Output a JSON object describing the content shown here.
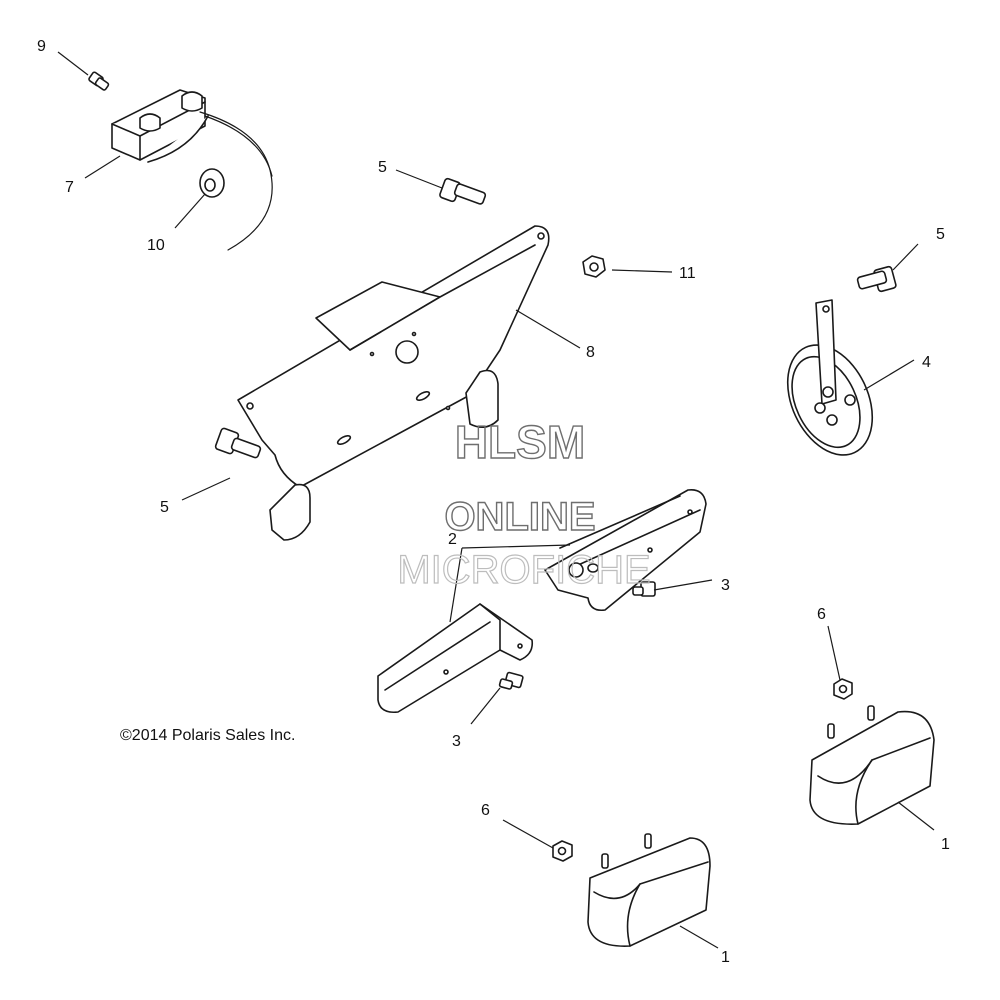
{
  "callouts": {
    "c1a": "1",
    "c1b": "1",
    "c2": "2",
    "c3a": "3",
    "c3b": "3",
    "c4": "4",
    "c5a": "5",
    "c5b": "5",
    "c5c": "5",
    "c6a": "6",
    "c6b": "6",
    "c7": "7",
    "c8": "8",
    "c9": "9",
    "c10": "10",
    "c11": "11"
  },
  "watermark": {
    "line1": "HLSM",
    "line2": "ONLINE",
    "line3": "MICROFICHE"
  },
  "copyright": "©2014  Polaris Sales Inc."
}
